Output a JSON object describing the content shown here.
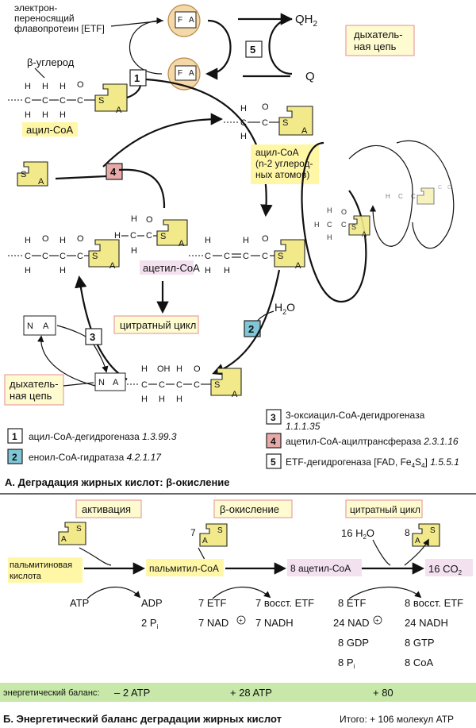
{
  "partA": {
    "etf_label": [
      "электрон-",
      "переносящий",
      "флавопротеин [ETF]"
    ],
    "beta_carbon": "β-углерод",
    "acyl_coa": "ацил-CoA",
    "acyl_coa_short": [
      "ацил-CoA",
      "(n-2 углерод-",
      "ных атомов)"
    ],
    "acetyl_coa": "ацетил-CoA",
    "citrate_cycle": "цитратный цикл",
    "resp_chain": [
      "дыхатель-",
      "ная цепь"
    ],
    "qh2": "QH",
    "qh2_sub": "2",
    "q": "Q",
    "h2o": "H",
    "h2o_sub": "2",
    "h2o_tail": "O",
    "atoms": {
      "H": "H",
      "C": "C",
      "O": "O",
      "OH": "OH",
      "S": "S",
      "A": "A",
      "F": "F",
      "N": "N"
    },
    "steps": [
      "1",
      "2",
      "3",
      "4",
      "5"
    ],
    "enzymes": [
      {
        "num": "1",
        "name": "ацил-CoA-дегидрогеназа",
        "ec": "1.3.99.3"
      },
      {
        "num": "2",
        "name": "еноил-CoA-гидратаза",
        "ec": "4.2.1.17"
      },
      {
        "num": "3",
        "name": "3-оксиацил-CoA-дегидрогеназа",
        "ec": "1.1.1.35"
      },
      {
        "num": "4",
        "name": "ацетил-CoA-ацилтрансфераза",
        "ec": "2.3.1.16"
      },
      {
        "num": "5",
        "name": "ETF-дегидрогеназа [FAD, Fe",
        "ec": "1.5.5.1",
        "sub1": "4",
        "mid": "S",
        "sub2": "4",
        "tail": "]"
      }
    ],
    "caption": "А. Деградация жирных кислот: β-окисление"
  },
  "partB": {
    "headers": [
      "активация",
      "β-окисление",
      "цитратный цикл"
    ],
    "palmitic": [
      "пальмитиновая",
      "кислота"
    ],
    "palmityl_coa": "пальмитил-CoA",
    "acetyl_coa_8": "8 ацетил-CoA",
    "co2": "16 CO",
    "co2_sub": "2",
    "coef7": "7",
    "coef8": "8",
    "h2o16": "16 H",
    "h2o16_sub": "2",
    "h2o16_tail": "O",
    "col1": {
      "in": [
        "ATP"
      ],
      "out": [
        "ADP",
        "2 P"
      ],
      "sub": "i"
    },
    "col2": {
      "in": [
        "7 ETF",
        "7 NAD"
      ],
      "out": [
        "7 восст. ETF",
        "7 NADH"
      ]
    },
    "col3": {
      "in": [
        "8 ETF",
        "24 NAD",
        "8 GDP",
        "8 P"
      ],
      "in_sub": "i",
      "out": [
        "8 восст. ETF",
        "24 NADH",
        "8 GTP",
        "8 CoA"
      ]
    },
    "plus": "+",
    "balance_label": "энергетический баланс:",
    "balance": [
      "– 2 ATP",
      "+ 28 ATP",
      "+ 80"
    ],
    "caption": "Б. Энергетический баланс деградации жирных кислот",
    "total": "Итого: + 106 молекул ATP"
  },
  "colors": {
    "yellow": "#fff7a6",
    "red_box": "#e8a0a0",
    "step4": "#e8a9a9",
    "step2": "#7fc6d6",
    "green_band": "#c7e8a8",
    "pink": "#f3e1f0",
    "coa": "#f1e98a"
  }
}
